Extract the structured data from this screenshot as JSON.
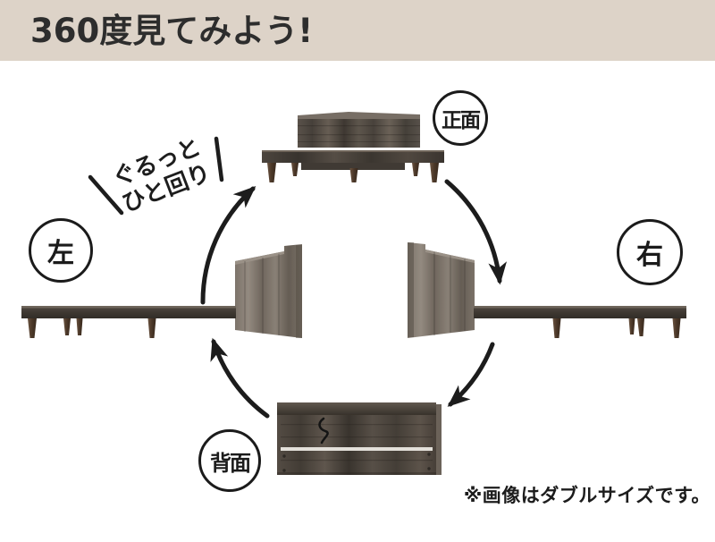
{
  "header": {
    "title": "360度見てみよう!"
  },
  "diagram": {
    "view_labels": {
      "front": "正面",
      "right": "右",
      "back": "背面",
      "left": "左"
    },
    "rotation_note": {
      "line1": "ぐるっと",
      "line2": "ひと回り"
    }
  },
  "footnote": "※画像はダブルサイズです。",
  "colors": {
    "header_bg": "#ddd3c8",
    "title_text": "#2d2d2d",
    "arrow": "#1c1c1c",
    "circle_border": "#1b1b1b",
    "wood_dark": "#3e3832",
    "wood_mid": "#5d554c",
    "wood_light_side": "#8a8178",
    "leg_brown": "#4a3728",
    "back_gap_light": "#e3e0da"
  }
}
